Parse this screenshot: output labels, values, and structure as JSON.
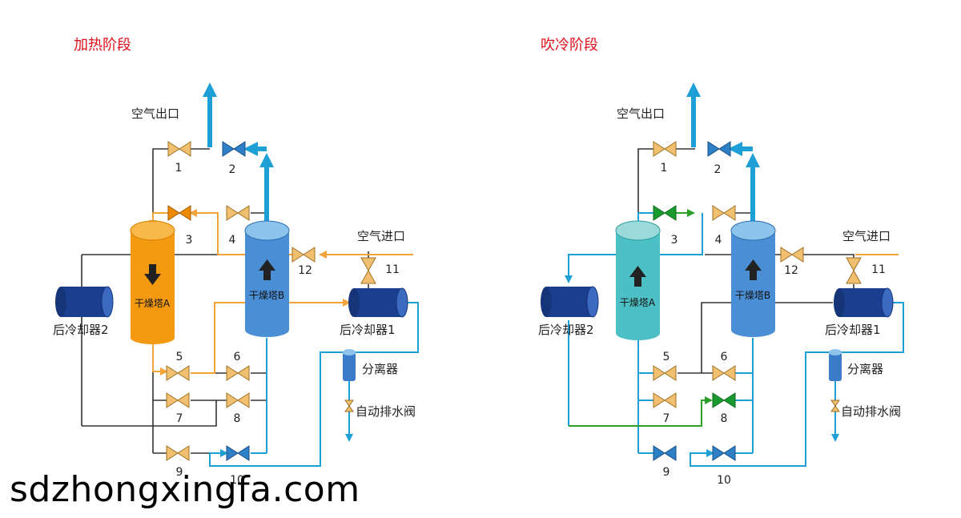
{
  "heating": {
    "title": "加热阶段",
    "air_outlet": "空气出口",
    "air_inlet": "空气进口",
    "tower_a": "干燥塔A",
    "tower_b": "干燥塔B",
    "aftercooler_1": "后冷却器1",
    "aftercooler_2": "后冷却器2",
    "separator": "分离器",
    "drain_valve": "自动排水阀",
    "valve_numbers": [
      "1",
      "2",
      "3",
      "4",
      "5",
      "6",
      "7",
      "8",
      "9",
      "10",
      "11",
      "12"
    ]
  },
  "cooling": {
    "title": "吹冷阶段",
    "air_outlet": "空气出口",
    "air_inlet": "空气进口",
    "tower_a": "干燥塔A",
    "tower_b": "干燥塔B",
    "aftercooler_1": "后冷却器1",
    "aftercooler_2": "后冷却器2",
    "separator": "分离器",
    "drain_valve": "自动排水阀",
    "valve_numbers": [
      "1",
      "2",
      "3",
      "4",
      "5",
      "6",
      "7",
      "8",
      "9",
      "10",
      "11",
      "12"
    ]
  },
  "watermark": "sdzhongxingfa.com",
  "colors": {
    "title_red": "#e0101a",
    "valve_tan": "#f0c070",
    "valve_orange": "#ee8a00",
    "valve_blue": "#2f7fc6",
    "valve_green": "#1a9a2e",
    "flow_blue": "#1e9fd6",
    "flow_orange": "#f2a33a",
    "flow_green": "#2aa02a",
    "tower_orange": "#f39a10",
    "tower_blue": "#4a8fd6",
    "tower_teal": "#4cc0c4",
    "cooler_navy": "#1a3f8e"
  }
}
